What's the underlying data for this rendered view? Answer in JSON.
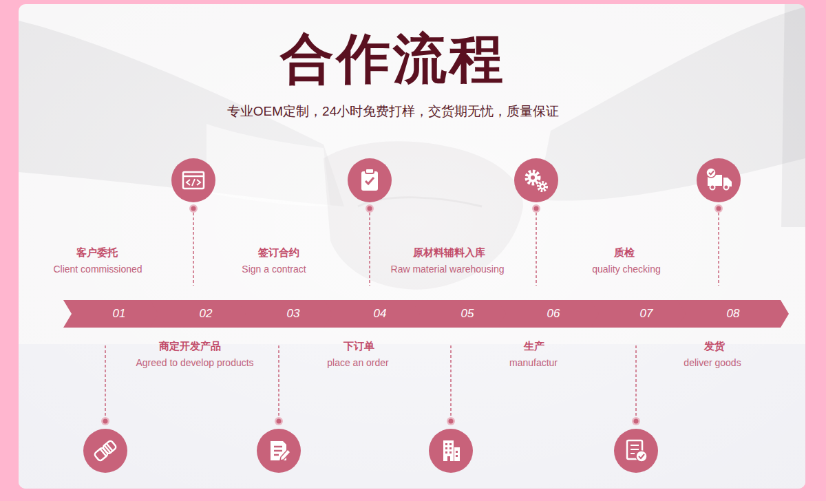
{
  "diagram": {
    "title": "合作流程",
    "nodes": [
      {
        "text": [
          "01"
        ]
      },
      {
        "text": [
          "02"
        ]
      },
      {
        "text": [
          "03"
        ]
      },
      {
        "text": [
          "04"
        ]
      },
      {
        "text": [
          "05"
        ]
      },
      {
        "text": [
          "06"
        ]
      },
      {
        "text": [
          "07"
        ]
      },
      {
        "text": [
          "08"
        ]
      }
    ],
    "labels": [
      "专业OEM定制，24小时免费打样，交货期无忧，质量保证",
      "客户委托",
      "Client commissioned",
      "商定开发产品",
      "Agreed to develop products",
      "签订合约",
      "Sign a contract",
      "下订单",
      "place an order",
      "原材料辅料入库",
      "Raw material warehousing",
      "生产",
      "manufactur",
      "质检",
      "quality checking",
      "发货",
      "deliver goods"
    ]
  }
}
